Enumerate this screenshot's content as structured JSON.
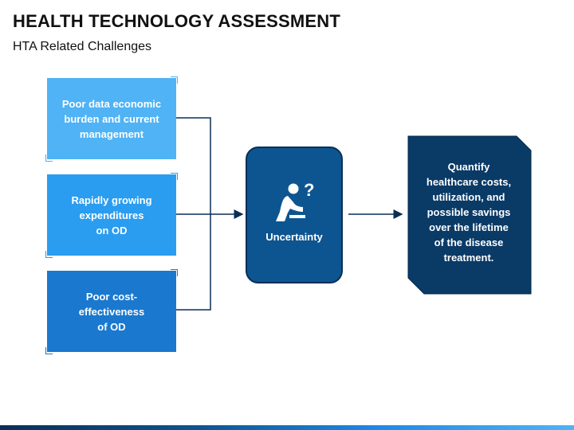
{
  "header": {
    "title": "HEALTH TECHNOLOGY ASSESSMENT",
    "subtitle": "HTA Related Challenges"
  },
  "challenges": [
    {
      "lines": [
        "Poor data economic",
        "burden and current",
        "management"
      ],
      "color": "#4fb3f5"
    },
    {
      "lines": [
        "Rapidly growing",
        "expenditures",
        "on OD"
      ],
      "color": "#2a9df0"
    },
    {
      "lines": [
        "Poor cost-",
        "effectiveness",
        "of OD"
      ],
      "color": "#1a78cf"
    }
  ],
  "center": {
    "label": "Uncertainty",
    "icon": "thinking-person-question-icon",
    "color": "#0d5590"
  },
  "result": {
    "lines": [
      "Quantify",
      "healthcare costs,",
      "utilization, and",
      "possible savings",
      "over the lifetime",
      "of the disease",
      "treatment."
    ],
    "color": "#0a3a66"
  },
  "colors": {
    "connector": "#0a2f57"
  }
}
